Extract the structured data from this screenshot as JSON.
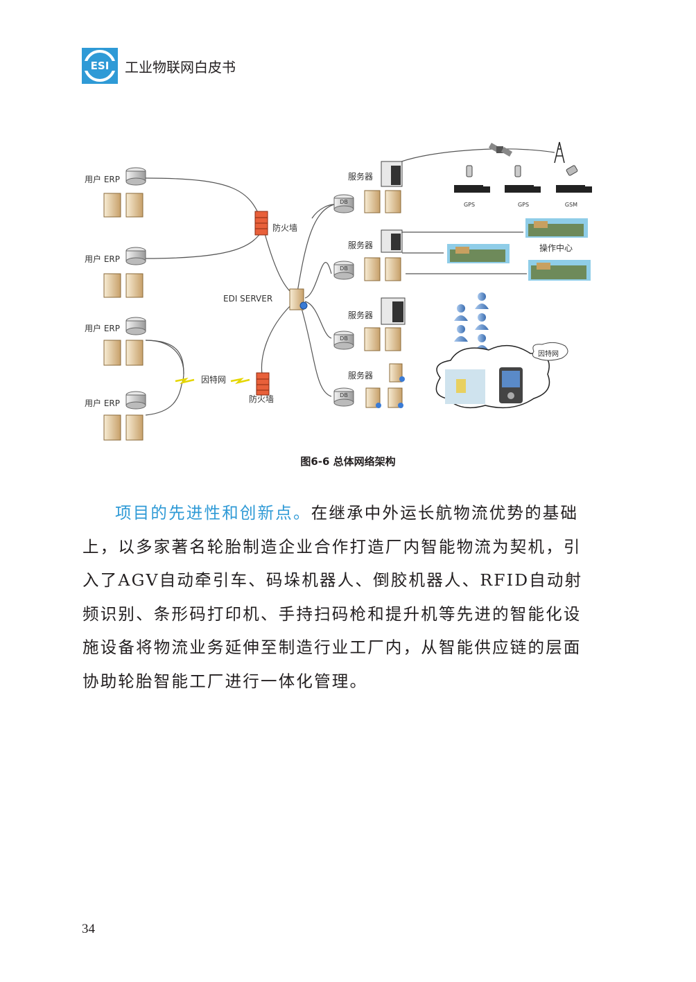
{
  "header": {
    "logo_text": "ESI",
    "title": "工业物联网白皮书"
  },
  "diagram": {
    "user_erp_labels": [
      "用户 ERP",
      "用户 ERP",
      "用户 ERP",
      "用户 ERP"
    ],
    "firewall_top": "防火墙",
    "firewall_bottom": "防火墙",
    "internet_left": "因特网",
    "edi_server": "EDI SERVER",
    "server_labels": [
      "服务器",
      "服务器",
      "服务器",
      "服务器"
    ],
    "db_labels": [
      "DB",
      "DB",
      "DB",
      "DB"
    ],
    "vehicle_labels": [
      "GPS",
      "GPS",
      "GSM"
    ],
    "operations_center": "操作中心",
    "internet_cloud": "因特网"
  },
  "caption": "图6-6 总体网络架构",
  "paragraph": {
    "highlight": "项目的先进性和创新点。",
    "text": "在继承中外运长航物流优势的基础上，以多家著名轮胎制造企业合作打造厂内智能物流为契机，引入了AGV自动牵引车、码垛机器人、倒胶机器人、RFID自动射频识别、条形码打印机、手持扫码枪和提升机等先进的智能化设施设备将物流业务延伸至制造行业工厂内，从智能供应链的层面协助轮胎智能工厂进行一体化管理。"
  },
  "page_number": "34"
}
